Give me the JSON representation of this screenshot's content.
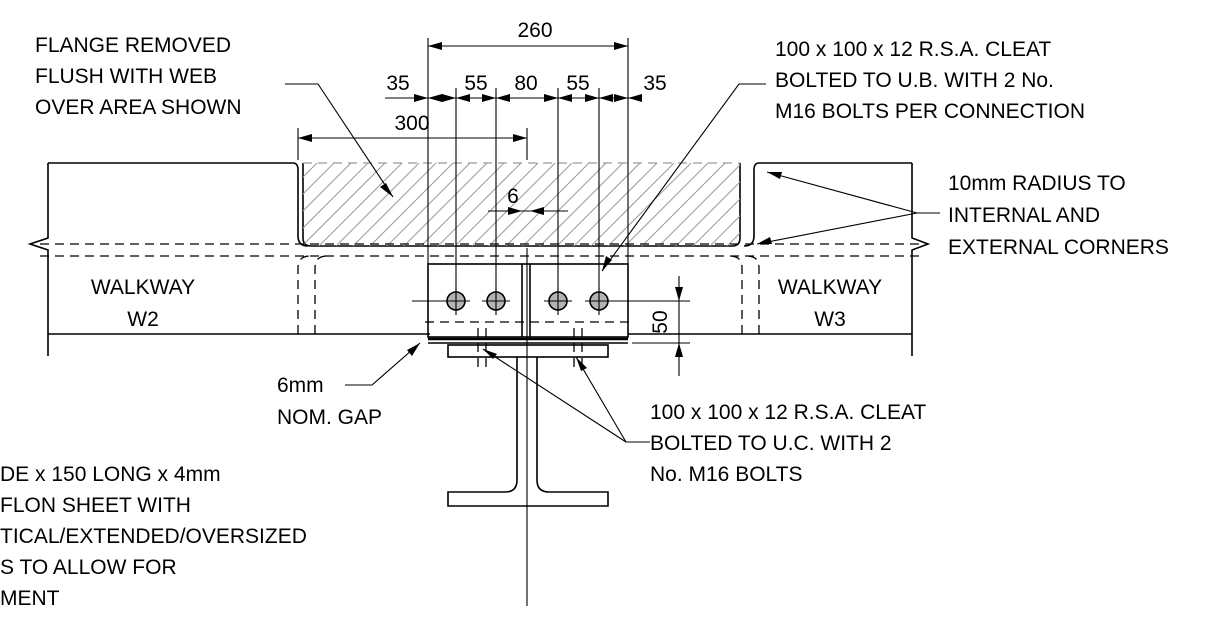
{
  "dimensions": {
    "overall": "260",
    "edge_left": "35",
    "pitch_left": "55",
    "centre": "80",
    "pitch_right": "55",
    "edge_right": "35",
    "removal_length": "300",
    "gap": "6",
    "height": "50"
  },
  "labels": {
    "flange_removed": [
      "FLANGE REMOVED",
      "FLUSH WITH WEB",
      "OVER AREA SHOWN"
    ],
    "cleat_ub": [
      "100 x 100 x 12 R.S.A. CLEAT",
      "BOLTED TO U.B. WITH 2 No.",
      "M16 BOLTS PER CONNECTION"
    ],
    "radius": [
      "10mm RADIUS TO",
      "INTERNAL AND",
      "EXTERNAL CORNERS"
    ],
    "walkway_left": [
      "WALKWAY",
      "W2"
    ],
    "walkway_right": [
      "WALKWAY",
      "W3"
    ],
    "gap_note": [
      "6mm",
      "NOM. GAP"
    ],
    "cleat_uc": [
      "100 x 100 x 12 R.S.A. CLEAT",
      "BOLTED TO U.C. WITH 2",
      "No. M16 BOLTS"
    ],
    "teflon": [
      "DE x 150 LONG x 4mm",
      "FLON SHEET WITH",
      "TICAL/EXTENDED/OVERSIZED",
      "S TO ALLOW FOR",
      "MENT"
    ]
  }
}
